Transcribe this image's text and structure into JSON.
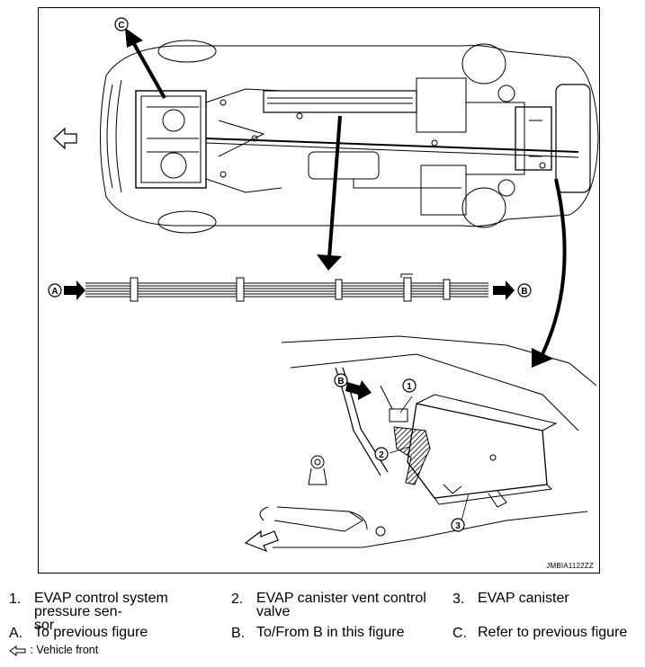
{
  "figure": {
    "id": "JMBIA1122ZZ",
    "callouts": {
      "a": "A",
      "b": "B",
      "c": "C",
      "n1": "1",
      "n2": "2",
      "n3": "3"
    }
  },
  "legend": {
    "numbered": [
      {
        "num": "1.",
        "text": "EVAP control system pressure sen-",
        "text2": "sor"
      },
      {
        "num": "2.",
        "text": "EVAP canister vent control valve"
      },
      {
        "num": "3.",
        "text": "EVAP canister"
      }
    ],
    "lettered": [
      {
        "num": "A.",
        "text": "To previous figure"
      },
      {
        "num": "B.",
        "text": "To/From B in this figure"
      },
      {
        "num": "C.",
        "text": "Refer to previous figure"
      }
    ],
    "vehicle_front": ": Vehicle front"
  }
}
